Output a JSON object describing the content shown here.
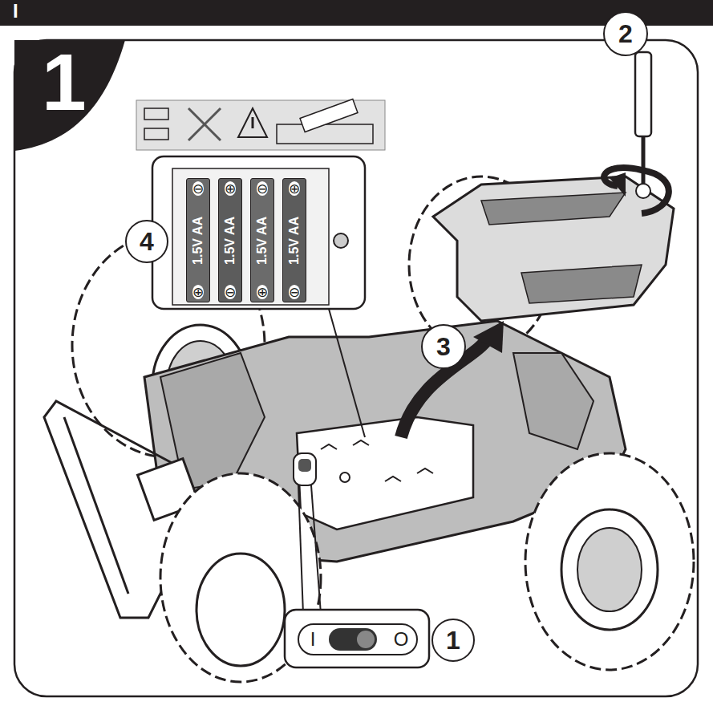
{
  "diagram": {
    "nodes": [
      {
        "text": [
          "1"
        ]
      },
      {
        "text": [
          "4"
        ]
      },
      {
        "text": [
          "1.5V AA"
        ]
      },
      {
        "text": [
          "1.5V AA"
        ]
      },
      {
        "text": [
          "1.5V AA"
        ]
      },
      {
        "text": [
          "1.5V AA"
        ]
      },
      {
        "text": [
          "2"
        ]
      },
      {
        "text": [
          "3"
        ]
      },
      {
        "text": [
          "1"
        ]
      }
    ],
    "labels": [
      "I",
      "⊖",
      "⊕",
      "⊕",
      "⊖",
      "⊖",
      "⊕",
      "⊕",
      "⊖",
      "I",
      "O"
    ]
  }
}
